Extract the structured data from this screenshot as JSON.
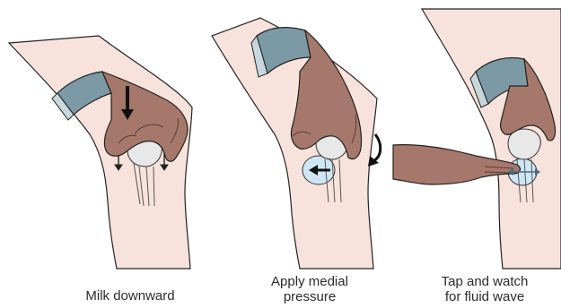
{
  "panels": [
    {
      "caption": [
        "Milk downward"
      ]
    },
    {
      "caption": [
        "Apply medial",
        "pressure"
      ]
    },
    {
      "caption": [
        "Tap and watch",
        "for fluid wave"
      ]
    }
  ],
  "colors": {
    "skin_leg": "#f8e3dc",
    "skin_hand": "#a5786b",
    "skin_hand_shadow": "#8e6457",
    "sleeve": "#7b9aa6",
    "sleeve_light": "#c7d7dc",
    "fluid": "#cfe6f5",
    "bone": "#e8e8e8",
    "outline": "#222222"
  },
  "icons": [
    "down-arrow-icon",
    "left-arrow-icon",
    "curved-arrow-icon",
    "double-arrow-icon"
  ]
}
